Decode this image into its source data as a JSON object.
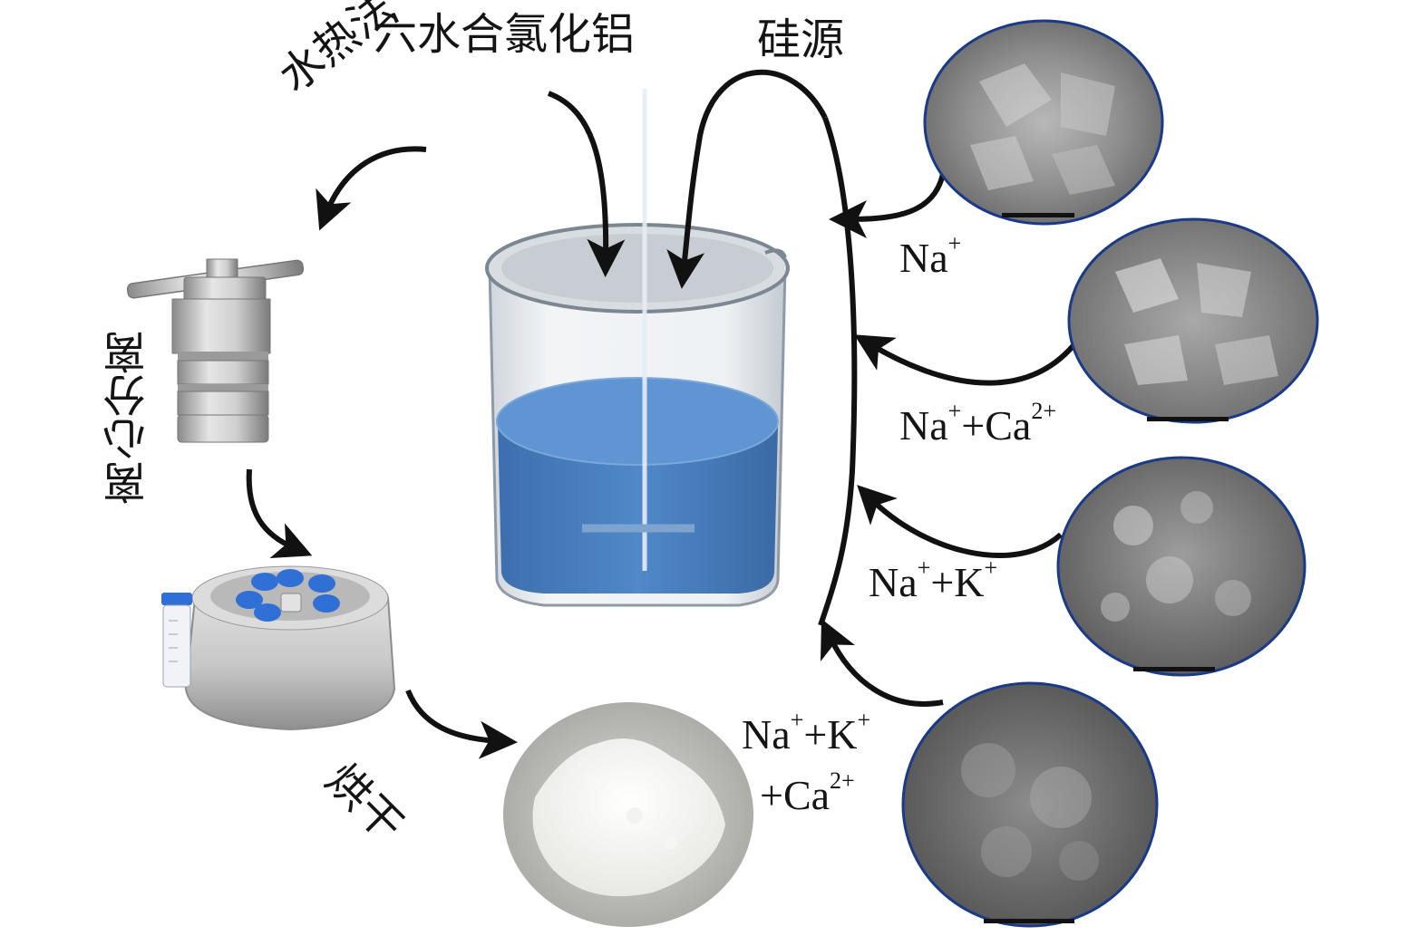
{
  "diagram": {
    "labels": {
      "aluminum_source": "六水合氯化铝",
      "silicon_source": "硅源",
      "hydrothermal": "水热法",
      "centrifuge": "离心分离",
      "drying": "烘干"
    },
    "ions": [
      {
        "base": "Na",
        "charge": "+"
      },
      {
        "base": "Na",
        "charge": "+",
        "rest": "+Ca",
        "rest_charge": "2+"
      },
      {
        "base": "Na",
        "charge": "+",
        "rest": "+K",
        "rest_charge": "+"
      },
      {
        "base": "Na",
        "charge": "+",
        "rest": "+K",
        "rest_charge": "+",
        "line2": "+Ca",
        "line2_charge": "2+"
      }
    ]
  },
  "colors": {
    "solution": "#4f86c6",
    "solution_top": "#5f95d2",
    "arrow": "#111111",
    "steel": "#bcbcbc"
  }
}
